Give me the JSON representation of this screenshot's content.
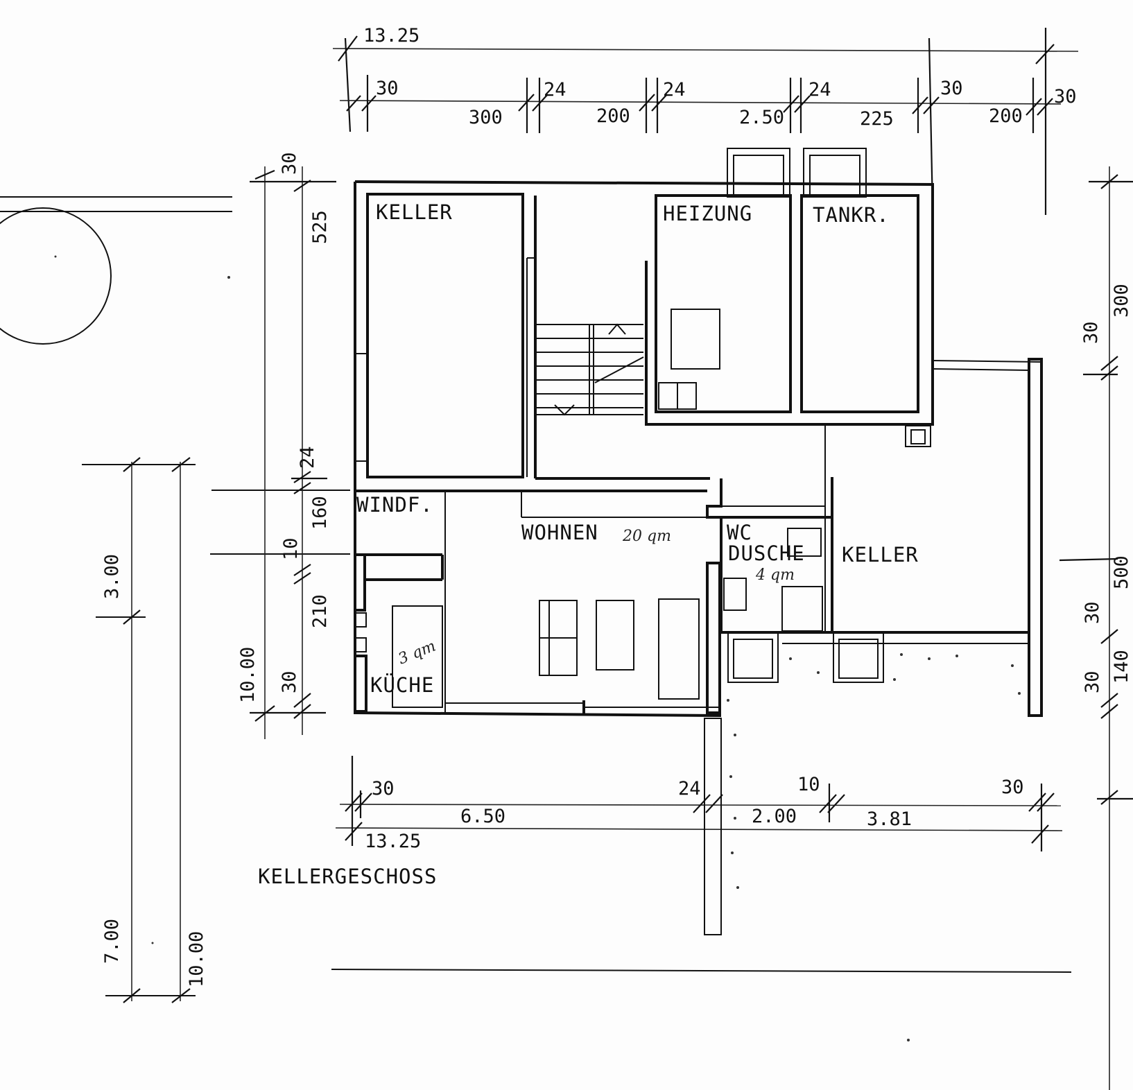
{
  "plan": {
    "title": "KELLERGESCHOSS",
    "rooms": {
      "keller_1": "KELLER",
      "heizung": "HEIZUNG",
      "tankraum": "TANKR.",
      "windfang": "WINDF.",
      "wohnen": "WOHNEN",
      "wohnen_area": "20 qm",
      "wc": "WC",
      "dusche": "DUSCHE",
      "dusche_area": "4 qm",
      "keller_2": "KELLER",
      "kueche": "KÜCHE",
      "kueche_area": "3 qm"
    }
  },
  "dimensions": {
    "top_overall": "13.25",
    "top_segments": [
      "30",
      "300",
      "24",
      "200",
      "24",
      "2.50",
      "24",
      "225",
      "30",
      "200",
      "30"
    ],
    "bottom_segments": [
      "30",
      "6.50",
      "24",
      "2.00",
      "10",
      "3.81",
      "30"
    ],
    "bottom_overall": "13.25",
    "left_inner": [
      "30",
      "525",
      "24",
      "160",
      "10",
      "210",
      "30"
    ],
    "left_overall": "10.00",
    "far_left": [
      "3.00",
      "7.00",
      "10.00"
    ],
    "right": [
      "300",
      "30",
      "500",
      "30",
      "140",
      "30"
    ]
  }
}
